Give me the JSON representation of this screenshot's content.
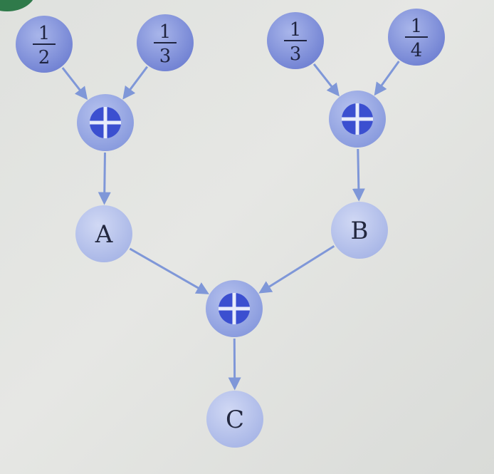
{
  "colors": {
    "node_light": "#b7c3ec",
    "node_medium": "#8d9de0",
    "node_dark": "#6f80d2",
    "plus_fill": "#3b4fd0",
    "arrow": "#7f97d8",
    "text": "#1f2440"
  },
  "nodes": [
    {
      "id": "frac-1-2",
      "kind": "fraction",
      "numerator": "1",
      "denominator": "2"
    },
    {
      "id": "frac-1-3a",
      "kind": "fraction",
      "numerator": "1",
      "denominator": "3"
    },
    {
      "id": "frac-1-3b",
      "kind": "fraction",
      "numerator": "1",
      "denominator": "3"
    },
    {
      "id": "frac-1-4",
      "kind": "fraction",
      "numerator": "1",
      "denominator": "4"
    },
    {
      "id": "plus-left",
      "kind": "plus"
    },
    {
      "id": "plus-right",
      "kind": "plus"
    },
    {
      "id": "plus-bottom",
      "kind": "plus"
    },
    {
      "id": "result-a",
      "kind": "letter",
      "label": "A"
    },
    {
      "id": "result-b",
      "kind": "letter",
      "label": "B"
    },
    {
      "id": "result-c",
      "kind": "letter",
      "label": "C"
    }
  ],
  "edges": [
    {
      "from": "frac-1-2",
      "to": "plus-left"
    },
    {
      "from": "frac-1-3a",
      "to": "plus-left"
    },
    {
      "from": "frac-1-3b",
      "to": "plus-right"
    },
    {
      "from": "frac-1-4",
      "to": "plus-right"
    },
    {
      "from": "plus-left",
      "to": "result-a"
    },
    {
      "from": "plus-right",
      "to": "result-b"
    },
    {
      "from": "result-a",
      "to": "plus-bottom"
    },
    {
      "from": "result-b",
      "to": "plus-bottom"
    },
    {
      "from": "plus-bottom",
      "to": "result-c"
    }
  ]
}
